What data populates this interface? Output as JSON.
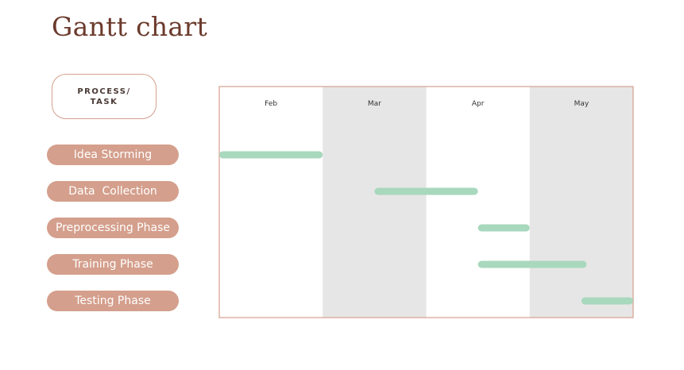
{
  "title": "Gantt chart",
  "header_label": "PROCESS/\nTASK",
  "colors": {
    "title": "#6b3a2c",
    "pill": "#d49f8c",
    "bar": "#a8d8bd",
    "shade": "#e7e6e6",
    "border": "#d4a08f"
  },
  "chart_data": {
    "type": "gantt",
    "months": [
      "Feb",
      "Mar",
      "Apr",
      "May"
    ],
    "shaded_months": [
      "Mar",
      "May"
    ],
    "tasks": [
      {
        "name": "Idea Storming",
        "start": 0.0,
        "end": 1.0
      },
      {
        "name": "Data  Collection",
        "start": 1.5,
        "end": 2.5
      },
      {
        "name": "Preprocessing Phase",
        "start": 2.5,
        "end": 3.0
      },
      {
        "name": "Training Phase",
        "start": 2.5,
        "end": 3.55
      },
      {
        "name": "Testing Phase",
        "start": 3.5,
        "end": 4.0
      }
    ]
  }
}
